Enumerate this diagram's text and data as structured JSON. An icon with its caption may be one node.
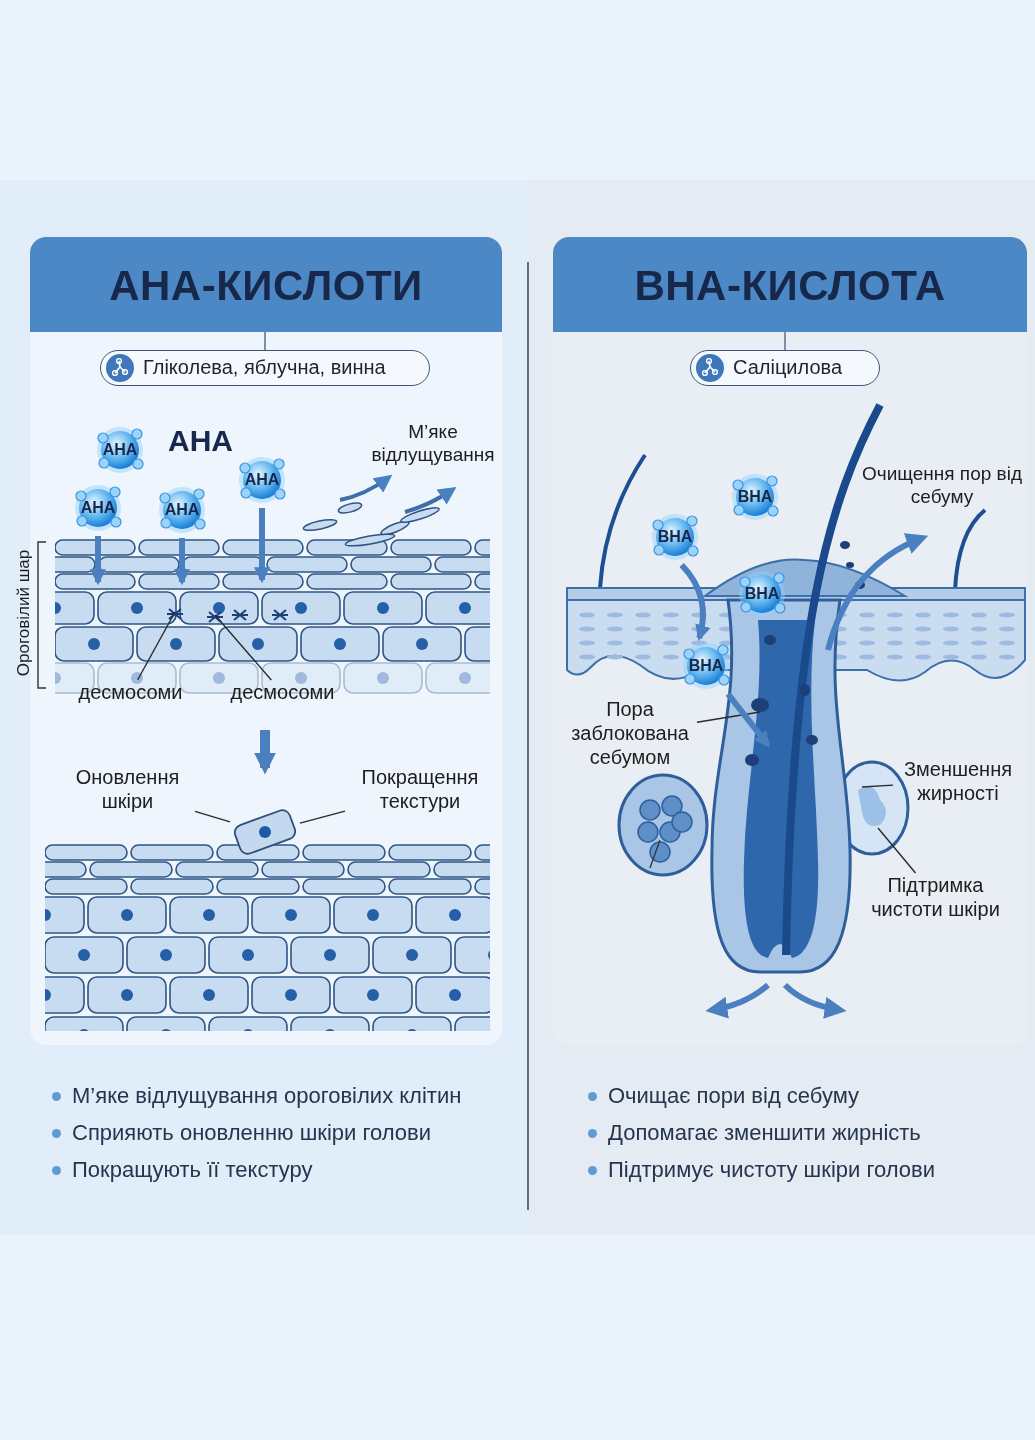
{
  "diagram": {
    "nodes": [
      {
        "text": [
          "АНА-КИСЛОТИ"
        ]
      },
      {
        "text": [
          "Гліколева, яблучна, винна"
        ],
        "in": 0
      },
      {
        "text": [
          "АНА"
        ],
        "in": 0
      },
      {
        "text": [
          "АНА"
        ],
        "in": 0
      },
      {
        "text": [
          "АНА"
        ],
        "in": 0
      },
      {
        "text": [
          "АНА"
        ],
        "in": 0
      },
      {
        "text": [
          "десмосоми"
        ],
        "in": 0
      },
      {
        "text": [
          "десмосоми"
        ],
        "in": 0
      },
      {
        "text": [
          "Оновлення шкіри"
        ],
        "in": 0
      },
      {
        "text": [
          "Покращення текстури"
        ],
        "in": 0
      },
      {
        "text": [],
        "shape": "box",
        "in": 0
      },
      {
        "text": [
          "ВНА-КИСЛОТА"
        ]
      },
      {
        "text": [
          "Саліцилова"
        ],
        "in": 11
      },
      {
        "text": [
          "ВНА"
        ],
        "in": 11
      },
      {
        "text": [
          "ВНА"
        ],
        "in": 11
      },
      {
        "text": [
          "ВНА"
        ],
        "in": 11
      },
      {
        "text": [
          "ВНА"
        ],
        "in": 11
      },
      {
        "text": [
          "Пора заблокована себумом"
        ],
        "in": 11
      },
      {
        "text": [
          "Зменшення жирності"
        ],
        "in": 11
      },
      {
        "text": [
          "Підтримка чистоти шкіри"
        ],
        "in": 11
      }
    ],
    "edges": [
      {
        "from": 4,
        "to": null,
        "arrow": "to",
        "style": "thick",
        "color": "#4a7fc0"
      },
      {
        "from": 5,
        "to": null,
        "arrow": "to",
        "style": "thick",
        "color": "#4a7fc0"
      },
      {
        "from": 3,
        "to": null,
        "arrow": "to",
        "style": "thick",
        "color": "#4a7fc0"
      },
      {
        "from": 6,
        "to": null,
        "arrow": "none"
      },
      {
        "from": 7,
        "to": null,
        "arrow": "none"
      },
      {
        "from": 8,
        "to": 10,
        "arrow": "none"
      },
      {
        "from": 9,
        "to": 10,
        "arrow": "none"
      },
      {
        "from": 14,
        "to": 16,
        "arrow": "to",
        "style": "thick",
        "color": "#4a7fc0"
      },
      {
        "from": 17,
        "to": null,
        "arrow": "none"
      },
      {
        "from": 18,
        "to": null,
        "arrow": "none"
      },
      {
        "from": 19,
        "to": null,
        "arrow": "none"
      },
      {
        "from": 16,
        "to": null,
        "arrow": "to",
        "style": "thick",
        "color": "#4a7fc0"
      }
    ],
    "labels": [
      "АНА",
      "М’яке відлущування",
      "Ороговілий шар",
      "Очищення пор від себуму",
      "М’яке відлущування ороговілих клітин",
      "Сприяють оновленню шкіри голови",
      "Покращують її текстуру",
      "Очищає пори від себуму",
      "Допомагає зменшити жирність",
      "Підтримує чистоту шкіри голови"
    ]
  }
}
